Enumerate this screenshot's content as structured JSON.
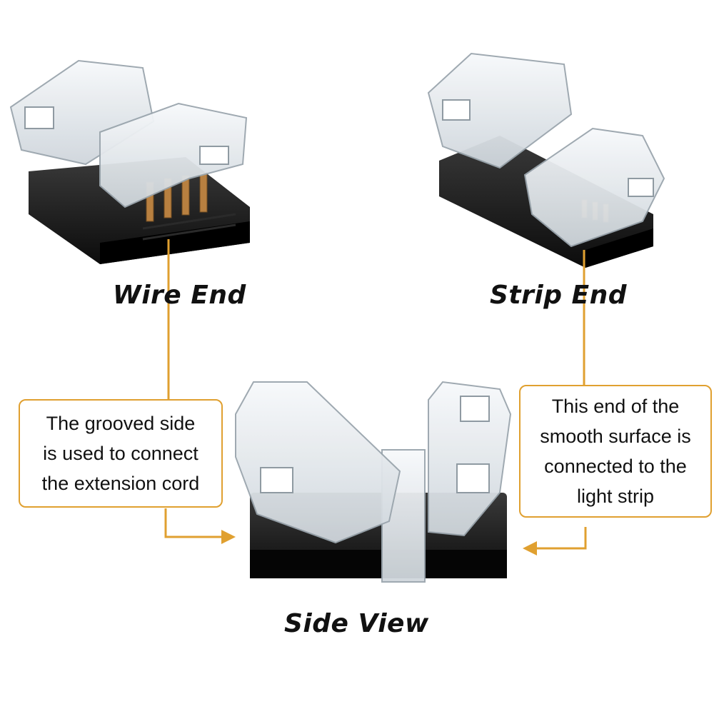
{
  "labels": {
    "wire_end": "Wire End",
    "strip_end": "Strip End",
    "side_view": "Side View"
  },
  "callouts": {
    "left_lines": [
      "The grooved side",
      "is used to connect",
      "the extension cord"
    ],
    "right_lines": [
      "This end of the",
      "smooth surface is",
      "connected to the",
      "light strip"
    ]
  },
  "colors": {
    "accent": "#e0a030",
    "connector_body": "#1a1a1a",
    "clip": "#e6ebef",
    "pin": "#c08a4a"
  }
}
